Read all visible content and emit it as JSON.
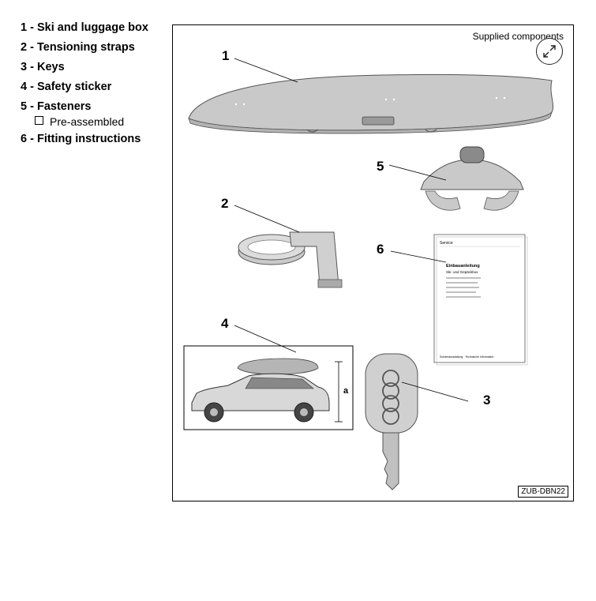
{
  "legend": {
    "items": [
      {
        "number": "1",
        "label": "Ski and luggage box"
      },
      {
        "number": "2",
        "label": "Tensioning straps"
      },
      {
        "number": "3",
        "label": "Keys"
      },
      {
        "number": "4",
        "label": "Safety sticker"
      },
      {
        "number": "5",
        "label": "Fasteners"
      }
    ],
    "sub_item": "Pre-assembled",
    "last_item": {
      "number": "6",
      "label": "Fitting instructions"
    }
  },
  "figure": {
    "caption": "Supplied components",
    "code": "ZUB-DBN22",
    "callouts": [
      "1",
      "2",
      "3",
      "4",
      "5",
      "6"
    ],
    "dimension_label": "a",
    "manual": {
      "header": "Service",
      "title": "Einbauanleitung",
      "subtitle": "Ski- und Gepäckbox",
      "footer": "Sonderausstattung · Technische Information"
    }
  }
}
